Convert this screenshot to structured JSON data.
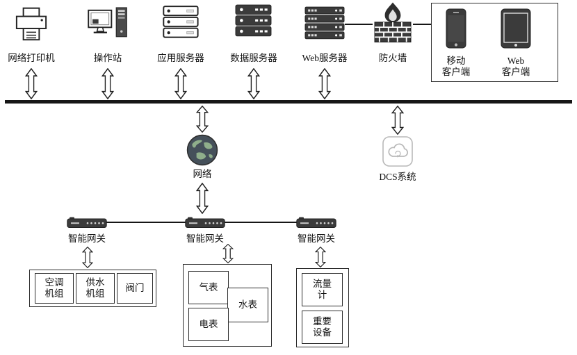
{
  "top_row": {
    "devices": [
      {
        "label": "网络打印机",
        "icon": "printer-icon"
      },
      {
        "label": "操作站",
        "icon": "workstation-icon"
      },
      {
        "label": "应用服务器",
        "icon": "app-server-icon"
      },
      {
        "label": "数据服务器",
        "icon": "data-server-icon"
      },
      {
        "label": "Web服务器",
        "icon": "web-server-icon"
      },
      {
        "label": "防火墙",
        "icon": "firewall-icon"
      }
    ],
    "client_panel": {
      "mobile_line1": "移动",
      "mobile_line2": "客户端",
      "web_line1": "Web",
      "web_line2": "客户端"
    }
  },
  "middle": {
    "network_label": "网络",
    "dcs_label": "DCS系统"
  },
  "gateways": [
    {
      "label": "智能网关"
    },
    {
      "label": "智能网关"
    },
    {
      "label": "智能网关"
    }
  ],
  "groups": {
    "hvac": {
      "item1_line1": "空调",
      "item1_line2": "机组",
      "item2_line1": "供水",
      "item2_line2": "机组",
      "item3": "阀门"
    },
    "meters": {
      "gas": "气表",
      "water": "水表",
      "electric": "电表"
    },
    "critical": {
      "item1_line1": "流量",
      "item1_line2": "计",
      "item2_line1": "重要",
      "item2_line2": "设备"
    }
  },
  "colors": {
    "line": "#161616",
    "icon_dark": "#3b3b3b",
    "border": "#2b2b2b"
  }
}
